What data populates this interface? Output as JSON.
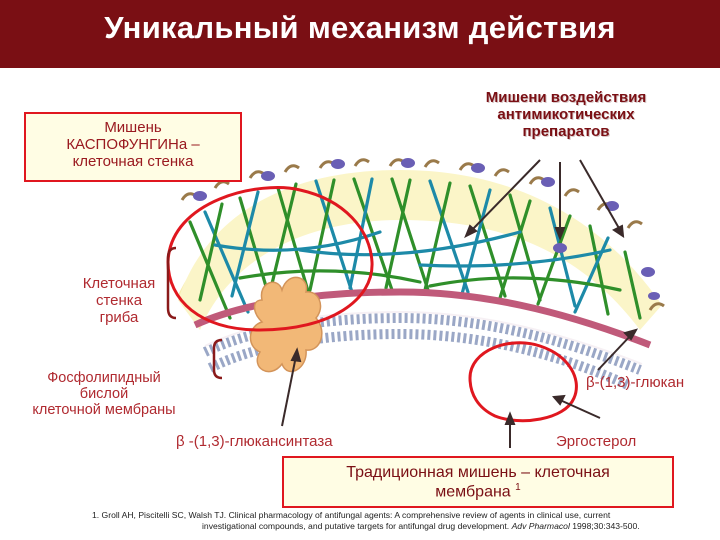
{
  "title": "Уникальный механизм действия",
  "labels": {
    "caspofungin_target": [
      "Мишень",
      "КАСПОФУНГИНа –",
      "клеточная стенка"
    ],
    "antifungal_targets": [
      "Мишени воздействия",
      "антимикотических",
      "препаратов"
    ],
    "cell_wall": [
      "Клеточная",
      "стенка",
      "гриба"
    ],
    "phospholipid": [
      "Фосфолипидный",
      "бислой",
      "клеточной мембраны"
    ],
    "beta_glucan": "β-(1,3)-глюкан",
    "glucan_synthase": "β -(1,3)-глюкансинтаза",
    "ergosterol": "Эргостерол",
    "traditional_target_1": "Традиционная мишень – клеточная",
    "traditional_target_2": "мембрана",
    "traditional_target_sup": "1"
  },
  "footnote": {
    "line1": "1.  Groll AH, Piscitelli SC, Walsh TJ. Clinical pharmacology of antifungal agents: A comprehensive review of agents in clinical use, current",
    "line2_pre": "investigational compounds, and putative targets for antifungal drug development.",
    "line2_journal": "Adv Pharmacol",
    "line2_post": "1998;30:343-500."
  },
  "colors": {
    "title_bar": "#7a0f14",
    "highlight_red": "#e0171f",
    "box_fill": "#fffde4",
    "membrane_fill": "#fbf5c4",
    "green_fiber": "#2f8f2a",
    "teal_fiber": "#1d8aa8",
    "glucan_synthase": "#f2b877"
  }
}
